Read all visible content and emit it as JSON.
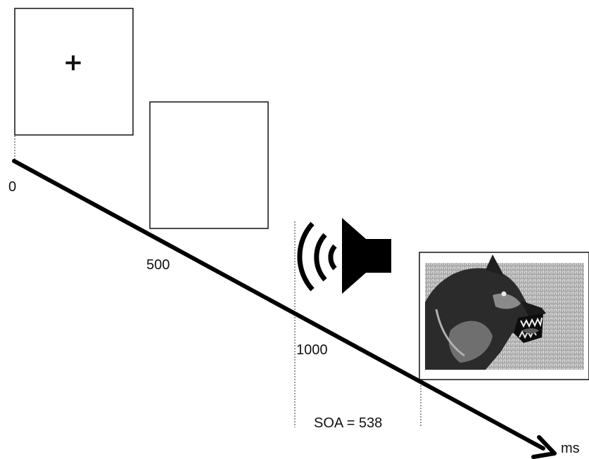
{
  "diagram": {
    "type": "trial-timeline",
    "fixation_symbol": "+",
    "time_labels": [
      "0",
      "500",
      "1000"
    ],
    "soa_label": "SOA = 538",
    "axis_unit": "ms",
    "icons": [
      "speaker-icon",
      "sound-waves-icon"
    ],
    "photo_subject": "aggressive-dog-photo",
    "colors": {
      "ink": "#000000",
      "frame": "#111111",
      "background": "#ffffff"
    }
  }
}
